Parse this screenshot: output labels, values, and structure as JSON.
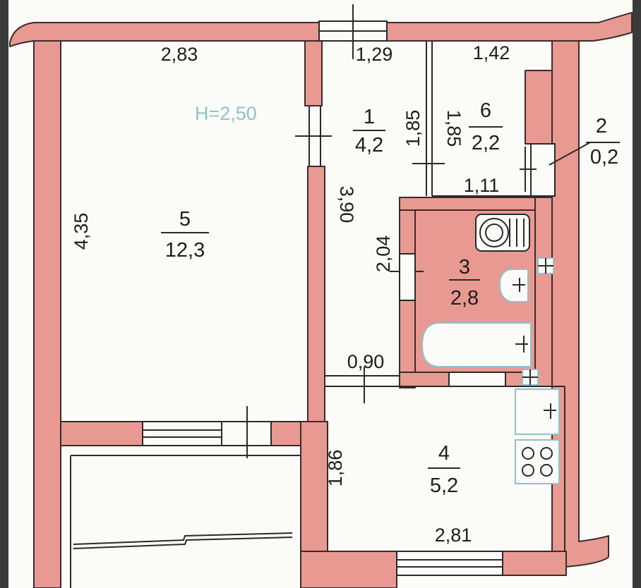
{
  "ceiling_height": "H=2,50",
  "rooms": [
    {
      "id": "room-5",
      "number": "5",
      "area": "12,3"
    },
    {
      "id": "room-1",
      "number": "1",
      "area": "4,2"
    },
    {
      "id": "room-6",
      "number": "6",
      "area": "2,2"
    },
    {
      "id": "room-2",
      "number": "2",
      "area": "0,2"
    },
    {
      "id": "room-3",
      "number": "3",
      "area": "2,8"
    },
    {
      "id": "room-4",
      "number": "4",
      "area": "5,2"
    }
  ],
  "dimensions": {
    "room5_width": "2,83",
    "room5_length": "4,35",
    "hall_width": "1,29",
    "hall_length": "3,90",
    "room6_width": "1,42",
    "room6_length_a": "1,85",
    "room6_length_b": "1,85",
    "room6_bottom": "1,11",
    "bath_length": "2,04",
    "passage_width": "0,90",
    "kitchen_length": "1,86",
    "kitchen_width": "2,81"
  },
  "colors": {
    "wall_fill": "#e89a92",
    "paper": "#fbfbf7",
    "fixture_accent": "#8fc3c9",
    "ink": "#2a2a2a"
  }
}
